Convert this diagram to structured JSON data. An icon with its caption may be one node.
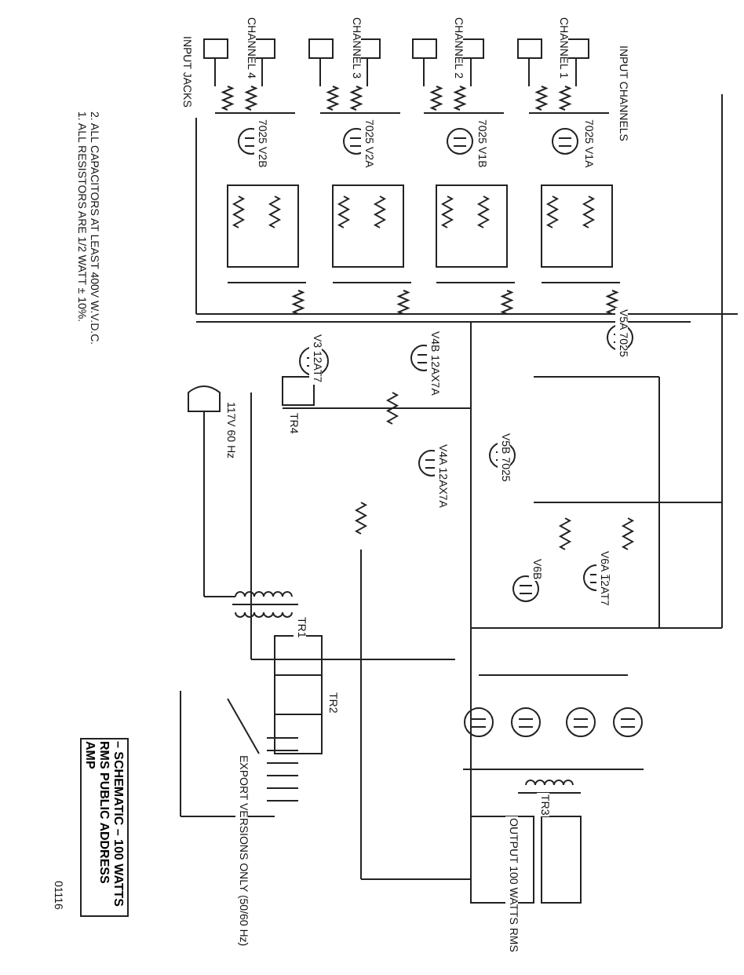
{
  "diagram": {
    "title": "– SCHEMATIC – 100 WATTS RMS PUBLIC ADDRESS AMP",
    "labels": [
      "1. ALL RESISTORS ARE 1/2 WATT ± 10%.",
      "2. ALL CAPACITORS AT LEAST 400V W.V.D.C.",
      "INPUT JACKS",
      "CHANNEL 4",
      "CHANNEL 3",
      "CHANNEL 2",
      "CHANNEL 1",
      "INPUT CHANNELS",
      "7025 V2B",
      "7025 V2A",
      "7025 V1B",
      "7025 V1A",
      "V3 12AT7",
      "TR4",
      "V4B 12AX7A",
      "V5A 7025",
      "117V 60 Hz",
      "V4A 12AX7A",
      "V5B 7025",
      "V6B",
      "V6A 12AT7",
      "TR1",
      "EXPORT VERSIONS ONLY (50/60 Hz)",
      "TR2",
      "TR3",
      "OUTPUT 100 WATTS RMS",
      "01116"
    ]
  }
}
